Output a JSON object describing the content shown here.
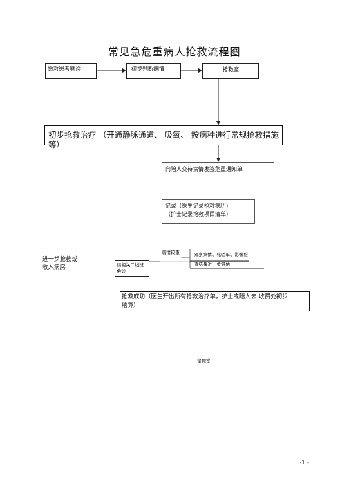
{
  "title": "常见急危重病人抢救流程图",
  "nodes": {
    "emergency_patient": "急救患者就诊",
    "initial_judgement": "初步判断病情",
    "rescue_room": "抢救室",
    "initial_treatment": "初步抢救治疗 （开通静脉通道、 吸氧、 按病种进行常规抢救措施等）",
    "notify_family": "向陪人交待病情发签危重通知单",
    "record_line1": "记录（医生记录抢救病历)",
    "record_line2": "（护士记录抢救项目清单)",
    "condition_change": "病情较重",
    "observe_checks": "观察病情、化验单、影像检",
    "further_evaluation": "查结果进一步评估",
    "consult_line1": "请相关二线班",
    "consult_line2": "会诊",
    "admit_line1": "进一步抢救或",
    "admit_line2": "收入病房",
    "success_line1": "抢救成功（医生开出所有抢救治疗单，护士或陪人去 收费处初步",
    "success_line2": "结算）",
    "observation_room": "留观室"
  },
  "page_number": "-1 -"
}
